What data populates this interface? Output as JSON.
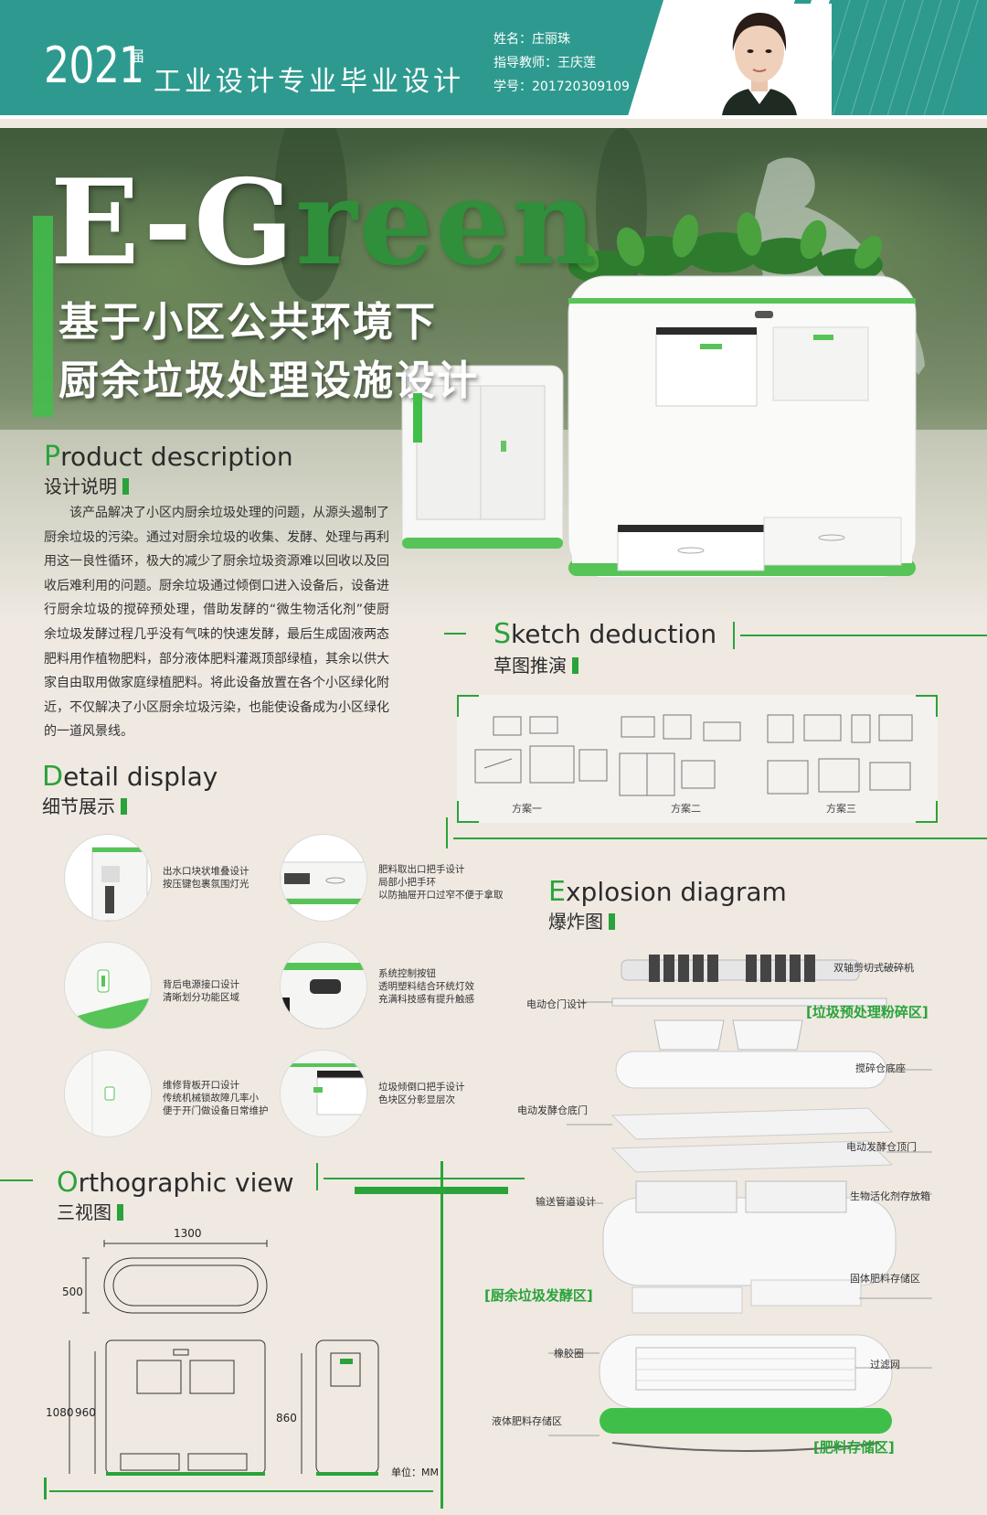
{
  "header": {
    "year": "2021",
    "year_suffix": "届",
    "title": "工业设计专业毕业设计",
    "name_line": "姓名：庄丽珠",
    "advisor_line": "指导教师：王庆莲",
    "id_line": "学号：201720309109"
  },
  "hero": {
    "brand_white": "E-G",
    "brand_green": "reen",
    "subtitle_1": "基于小区公共环境下",
    "subtitle_2": "厨余垃圾处理设施设计"
  },
  "sections": {
    "product_en_cap": "P",
    "product_en_rest": "roduct description",
    "product_cn": "设计说明",
    "sketch_en_cap": "S",
    "sketch_en_rest": "ketch deduction",
    "sketch_cn": "草图推演",
    "detail_en_cap": "D",
    "detail_en_rest": "etail display",
    "detail_cn": "细节展示",
    "explosion_en_cap": "E",
    "explosion_en_rest": "xplosion diagram",
    "explosion_cn": "爆炸图",
    "ortho_en_cap": "O",
    "ortho_en_rest": "rthographic view",
    "ortho_cn": "三视图"
  },
  "description": "该产品解决了小区内厨余垃圾处理的问题，从源头遏制了厨余垃圾的污染。通过对厨余垃圾的收集、发酵、处理与再利用这一良性循环，极大的减少了厨余垃圾资源难以回收以及回收后难利用的问题。厨余垃圾通过倾倒口进入设备后，设备进行厨余垃圾的搅碎预处理，借助发酵的“微生物活化剂”使厨余垃圾发酵过程几乎没有气味的快速发酵，最后生成固液两态肥料用作植物肥料，部分液体肥料灌溉顶部绿植，其余以供大家自由取用做家庭绿植肥料。将此设备放置在各个小区绿化附近，不仅解决了小区厨余垃圾污染，也能使设备成为小区绿化的一道风景线。",
  "sketch": {
    "labels": [
      "方案一",
      "方案二",
      "方案三"
    ]
  },
  "details": [
    {
      "line1": "出水口块状堆叠设计",
      "line2": "按压键包裹氛围灯光",
      "line3": ""
    },
    {
      "line1": "肥料取出口把手设计",
      "line2": "局部小把手环",
      "line3": "以防抽屉开口过窄不便于拿取"
    },
    {
      "line1": "背后电源接口设计",
      "line2": "清晰划分功能区域",
      "line3": ""
    },
    {
      "line1": "系统控制按钮",
      "line2": "透明塑料结合环统灯效",
      "line3": "充满科技感有提升触感"
    },
    {
      "line1": "维修背板开口设计",
      "line2": "传统机械锁故障几率小",
      "line3": "便于开门做设备日常维护"
    },
    {
      "line1": "垃圾倾倒口把手设计",
      "line2": "色块区分彰显层次",
      "line3": ""
    }
  ],
  "ortho": {
    "width": "1300",
    "depth": "500",
    "height_total": "1080",
    "height_body": "960",
    "height_side": "860",
    "unit": "单位：MM"
  },
  "explosion": {
    "labels": [
      "双轴剪切式破碎机",
      "电动仓门设计",
      "搅碎仓底座",
      "电动发酵仓底门",
      "电动发酵仓顶门",
      "输送管道设计",
      "生物活化剂存放箱",
      "固体肥料存储区",
      "橡胶圈",
      "过滤网",
      "液体肥料存储区"
    ],
    "zones": [
      "[垃圾预处理粉碎区]",
      "[厨余垃圾发酵区]",
      "[肥料存储区]"
    ]
  },
  "colors": {
    "teal": "#2e9a8f",
    "green": "#2aa33a",
    "bright_green": "#3fbf4a",
    "background": "#efe9e2"
  }
}
